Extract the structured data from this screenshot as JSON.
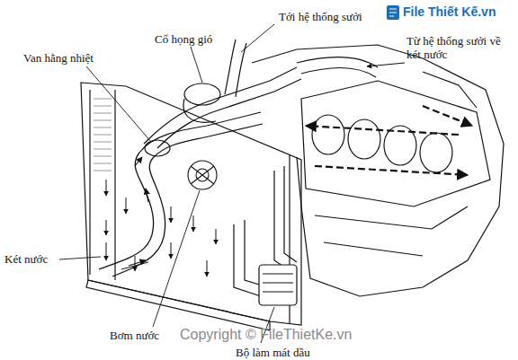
{
  "diagram": {
    "labels": [
      "Tới hệ thống sưởi",
      "Cổ họng gió",
      "Van hằng nhiệt",
      "Từ hệ thống sưởi về két nước",
      "Két nước",
      "Bơm nước",
      "Bộ làm mát dầu",
      "File Thiết Kế.vn",
      "Copyright © FileThietKe.vn"
    ]
  }
}
